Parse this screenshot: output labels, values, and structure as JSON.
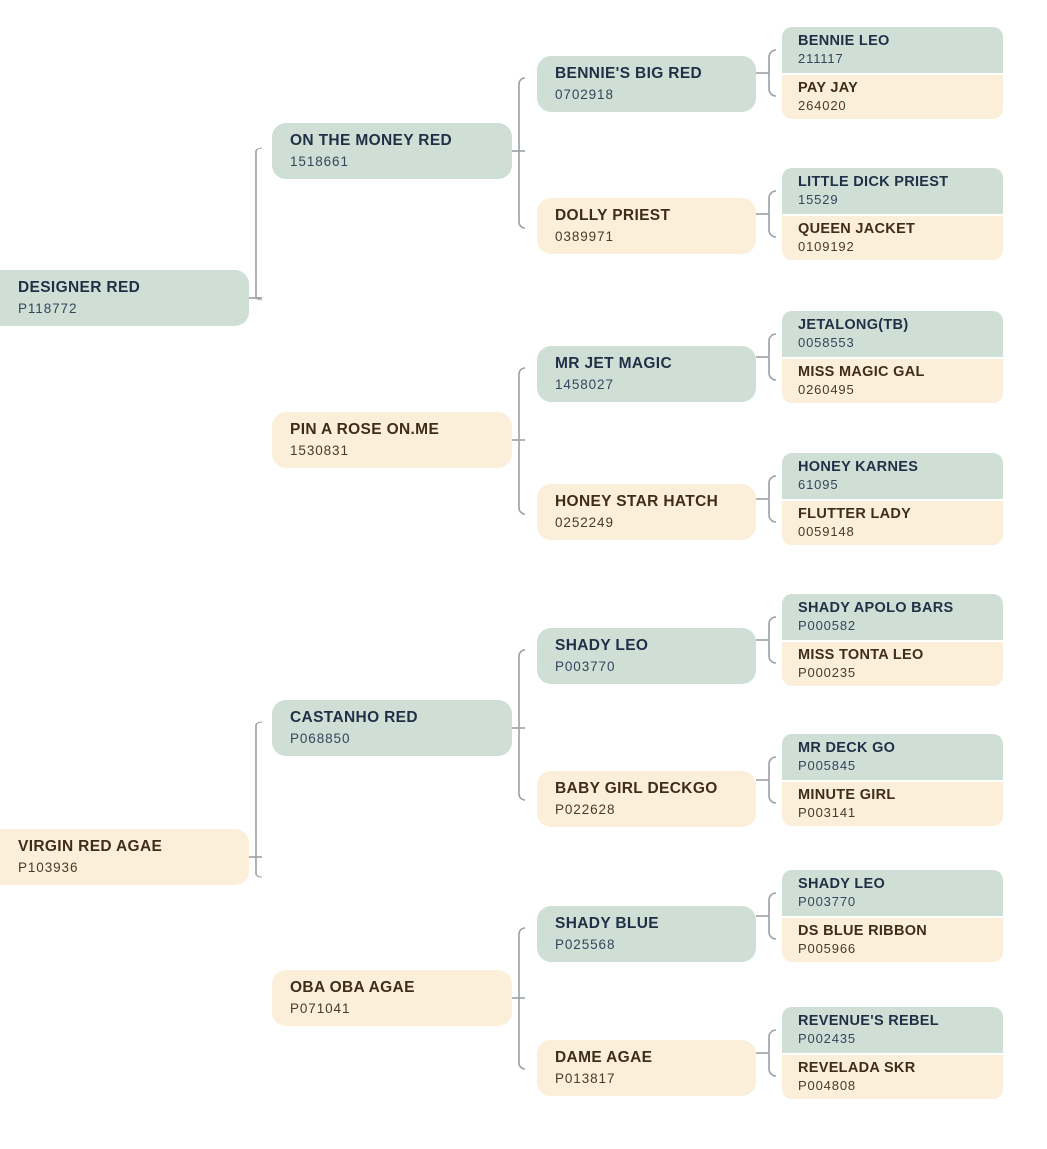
{
  "colors": {
    "sire_bg": "#cfdfd6",
    "dam_bg": "#fcefd9",
    "sire_text": "#1f3046",
    "dam_text": "#3f2d18",
    "connector": "#9aa0a6",
    "page_bg": "#ffffff"
  },
  "chart_type": "pedigree-tree",
  "generations": 4,
  "root": {
    "name": "DESIGNER RED",
    "reg": "P118772"
  },
  "gen1": [
    {
      "name": "DESIGNER RED",
      "reg": "P118772",
      "sex": "sire"
    },
    {
      "name": "VIRGIN RED AGAE",
      "reg": "P103936",
      "sex": "dam"
    }
  ],
  "gen2": [
    {
      "name": "ON THE MONEY RED",
      "reg": "1518661",
      "sex": "sire"
    },
    {
      "name": "PIN A ROSE ON.ME",
      "reg": "1530831",
      "sex": "dam"
    },
    {
      "name": "CASTANHO RED",
      "reg": "P068850",
      "sex": "sire"
    },
    {
      "name": "OBA OBA AGAE",
      "reg": "P071041",
      "sex": "dam"
    }
  ],
  "gen3": [
    {
      "name": "BENNIE'S BIG RED",
      "reg": "0702918",
      "sex": "sire"
    },
    {
      "name": "DOLLY PRIEST",
      "reg": "0389971",
      "sex": "dam"
    },
    {
      "name": "MR JET MAGIC",
      "reg": "1458027",
      "sex": "sire"
    },
    {
      "name": "HONEY STAR HATCH",
      "reg": "0252249",
      "sex": "dam"
    },
    {
      "name": "SHADY LEO",
      "reg": "P003770",
      "sex": "sire"
    },
    {
      "name": "BABY GIRL DECKGO",
      "reg": "P022628",
      "sex": "dam"
    },
    {
      "name": "SHADY BLUE",
      "reg": "P025568",
      "sex": "sire"
    },
    {
      "name": "DAME AGAE",
      "reg": "P013817",
      "sex": "dam"
    }
  ],
  "gen4": [
    {
      "sire": {
        "name": "BENNIE LEO",
        "reg": "211117"
      },
      "dam": {
        "name": "PAY JAY",
        "reg": "264020"
      }
    },
    {
      "sire": {
        "name": "LITTLE DICK PRIEST",
        "reg": "15529"
      },
      "dam": {
        "name": "QUEEN JACKET",
        "reg": "0109192"
      }
    },
    {
      "sire": {
        "name": "JETALONG(TB)",
        "reg": "0058553"
      },
      "dam": {
        "name": "MISS MAGIC GAL",
        "reg": "0260495"
      }
    },
    {
      "sire": {
        "name": "HONEY KARNES",
        "reg": "61095"
      },
      "dam": {
        "name": "FLUTTER LADY",
        "reg": "0059148"
      }
    },
    {
      "sire": {
        "name": "SHADY APOLO BARS",
        "reg": "P000582"
      },
      "dam": {
        "name": "MISS TONTA LEO",
        "reg": "P000235"
      }
    },
    {
      "sire": {
        "name": "MR DECK GO",
        "reg": "P005845"
      },
      "dam": {
        "name": "MINUTE GIRL",
        "reg": "P003141"
      }
    },
    {
      "sire": {
        "name": "SHADY LEO",
        "reg": "P003770"
      },
      "dam": {
        "name": "DS BLUE RIBBON",
        "reg": "P005966"
      }
    },
    {
      "sire": {
        "name": "REVENUE'S REBEL",
        "reg": "P002435"
      },
      "dam": {
        "name": "REVELADA SKR",
        "reg": "P004808"
      }
    }
  ]
}
